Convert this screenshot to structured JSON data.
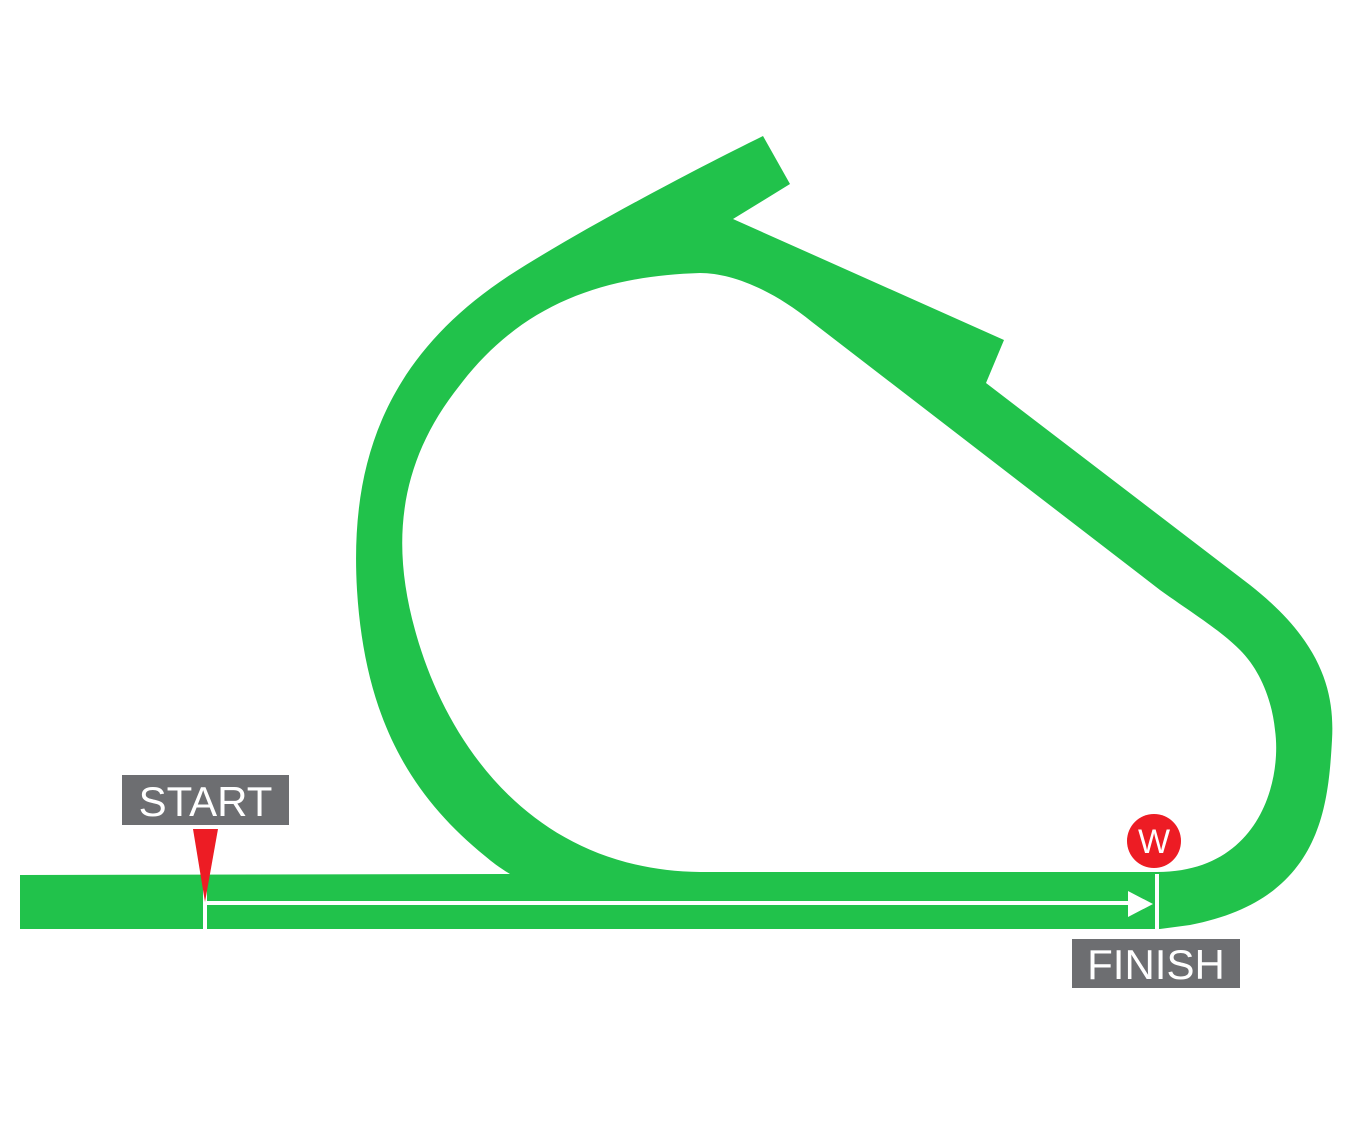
{
  "course": {
    "track_color": "#21c24b",
    "label_box_color": "#6d6e71",
    "start_marker_color": "#ed1c24",
    "winning_post_color": "#ed1c24",
    "rail_color": "#ffffff"
  },
  "labels": {
    "start": "START",
    "finish": "FINISH",
    "winning_post": "W"
  },
  "icons": {
    "start_marker": "red-downward-triangle",
    "direction_arrow": "right-arrow",
    "winning_post": "red-circle-w"
  }
}
